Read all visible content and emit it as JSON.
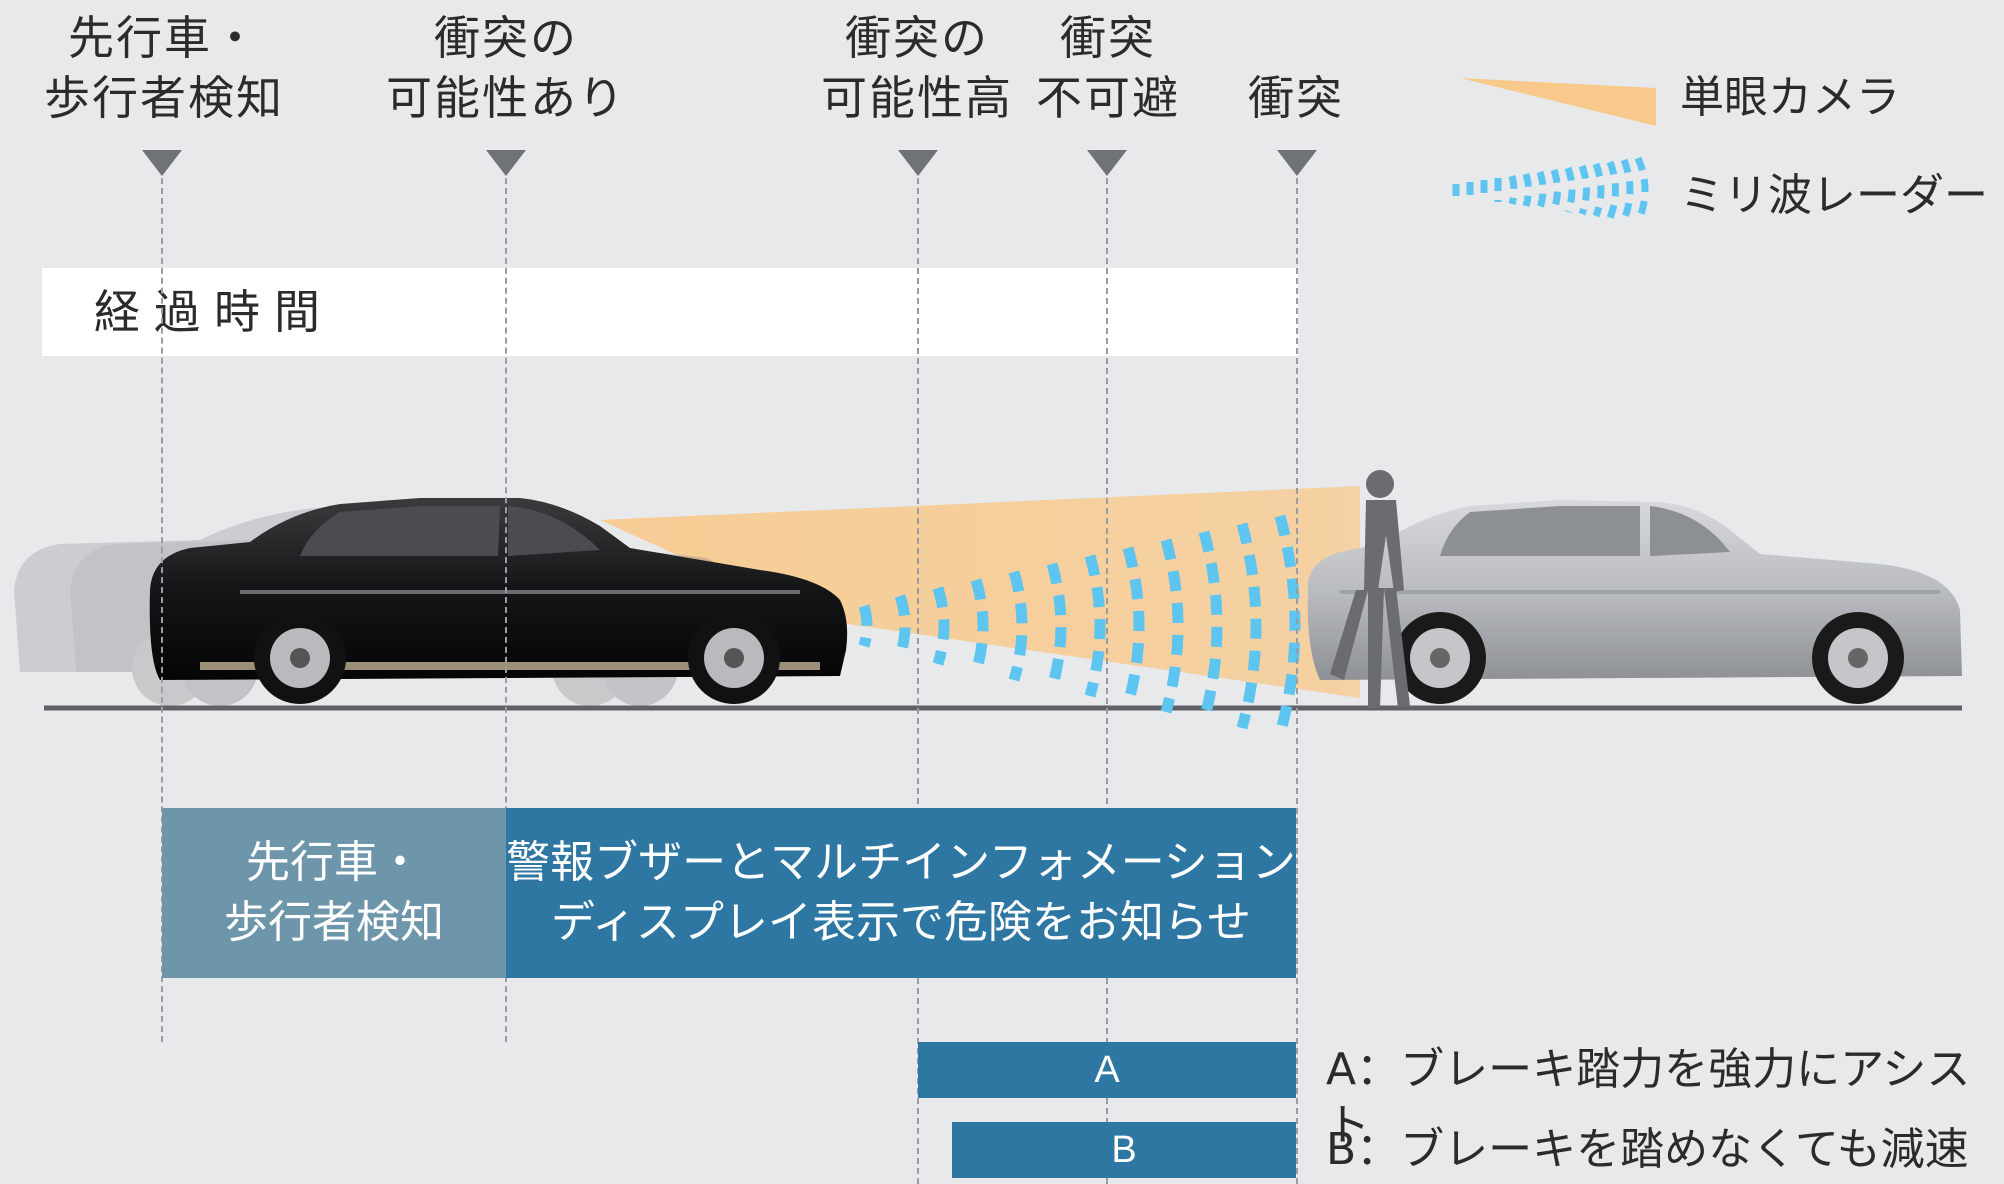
{
  "stages": [
    {
      "label": "先行車・\n歩行者検知"
    },
    {
      "label": "衝突の\n可能性あり"
    },
    {
      "label": "衝突の\n可能性高"
    },
    {
      "label": "衝突\n不可避"
    },
    {
      "label": "衝突"
    }
  ],
  "timeline": {
    "label": "経過時間"
  },
  "legend": {
    "camera": {
      "label": "単眼カメラ",
      "color": "#f9c98b"
    },
    "radar": {
      "label": "ミリ波レーダー",
      "color": "#5ec4f0"
    }
  },
  "phases": {
    "detect": {
      "label": "先行車・\n歩行者検知",
      "color": "#6e96ab"
    },
    "warn": {
      "label": "警報ブザーとマルチインフォメーション\nディスプレイ表示で危険をお知らせ",
      "color": "#2e77a3"
    }
  },
  "assist": {
    "a": {
      "letter": "A",
      "description": "A：ブレーキ踏力を強力にアシスト"
    },
    "b": {
      "letter": "B",
      "description": "B：ブレーキを踏めなくても減速"
    }
  }
}
